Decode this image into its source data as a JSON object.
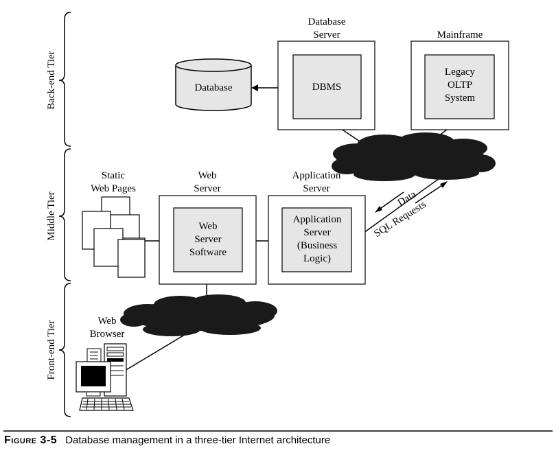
{
  "tiers": {
    "backend": "Back-end Tier",
    "middle": "Middle Tier",
    "frontend": "Front-end Tier"
  },
  "nodes": {
    "database_server": {
      "title_line1": "Database",
      "title_line2": "Server",
      "inner": "DBMS"
    },
    "mainframe": {
      "title": "Mainframe",
      "inner_line1": "Legacy",
      "inner_line2": "OLTP",
      "inner_line3": "System"
    },
    "database": {
      "label": "Database"
    },
    "static_pages": {
      "line1": "Static",
      "line2": "Web Pages"
    },
    "web_server": {
      "title_line1": "Web",
      "title_line2": "Server",
      "inner_line1": "Web",
      "inner_line2": "Server",
      "inner_line3": "Software"
    },
    "app_server": {
      "title_line1": "Application",
      "title_line2": "Server",
      "inner_line1": "Application",
      "inner_line2": "Server",
      "inner_line3": "(Business",
      "inner_line4": "Logic)"
    },
    "web_browser": {
      "line1": "Web",
      "line2": "Browser"
    }
  },
  "arrows": {
    "data": "Data",
    "sql": "SQL Requests"
  },
  "caption": {
    "label": "Figure 3-5",
    "text": "Database management in a three-tier Internet architecture"
  },
  "colors": {
    "box_fill": "#e6e6e6",
    "cloud": "#1a1a1a",
    "line": "#000000"
  }
}
